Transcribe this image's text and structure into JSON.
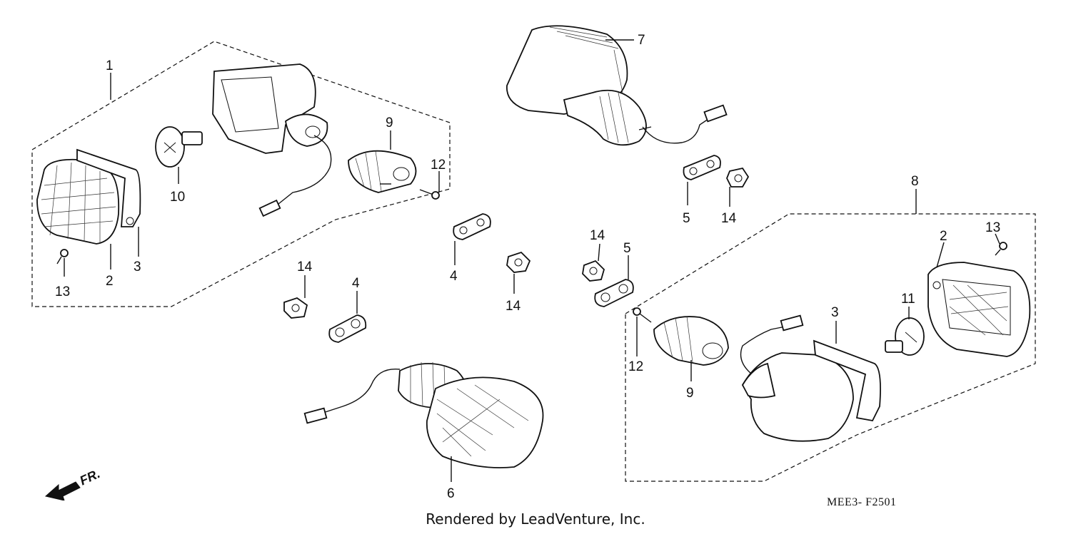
{
  "diagram": {
    "code": "MEE3- F2501",
    "credit": "Rendered by LeadVenture, Inc.",
    "front_indicator": "FR.",
    "callouts": [
      "1",
      "2",
      "3",
      "13",
      "10",
      "9",
      "12",
      "7",
      "5",
      "14",
      "8",
      "2",
      "13",
      "4",
      "14",
      "14",
      "5",
      "4",
      "14",
      "3",
      "11",
      "12",
      "9",
      "6"
    ]
  }
}
